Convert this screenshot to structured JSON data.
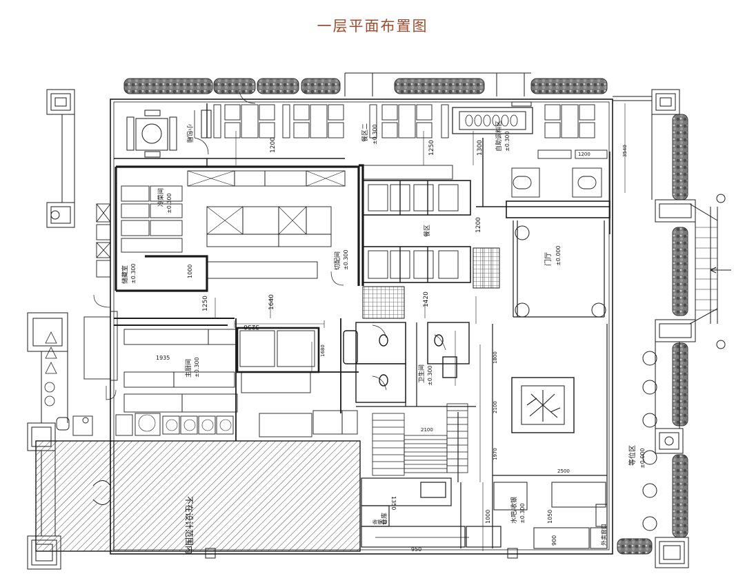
{
  "title": "一层平面布置图",
  "colors": {
    "title": "#9e4b2c",
    "line": "#1a1a1a",
    "hedge": "#6a6a6a"
  },
  "icons": [
    "stair-icon",
    "door-swing-icon",
    "table-set-icon",
    "toilet-icon",
    "tree-icon",
    "column-icon"
  ],
  "rooms": {
    "private_room": "小包厢",
    "dining_2": "餐区二",
    "dining_2_level": "±0.300",
    "self_service": "自助调料区",
    "self_service_level": "±0.300",
    "cold_kitchen": "冷菜间",
    "cold_kitchen_level": "±0.300",
    "dining": "餐区",
    "lobby": "门厅",
    "lobby_level": "±0.000",
    "storage": "储藏室",
    "storage_level": "±0.300",
    "prep": "切配间",
    "prep_level": "±0.300",
    "main_kitchen": "主厨间",
    "main_kitchen_level": "±0.300",
    "restroom": "卫生间",
    "restroom_level": "±0.300",
    "waiting": "等位区",
    "waiting_level": "±0.000",
    "bar": "水吧/收银",
    "bar_level": "±0.300",
    "warehouse": "仓库",
    "takeout": "外卖窗口",
    "excluded": "不在设计范围内",
    "cashier": "收银台"
  },
  "dimensions": [
    "1200",
    "1300",
    "1250",
    "1200",
    "3540",
    "1250",
    "1640",
    "1420",
    "3250",
    "1680",
    "1000",
    "1935",
    "1800",
    "2100",
    "1970",
    "2500",
    "1350",
    "950",
    "1050",
    "1000",
    "900",
    "2100",
    "1200"
  ]
}
